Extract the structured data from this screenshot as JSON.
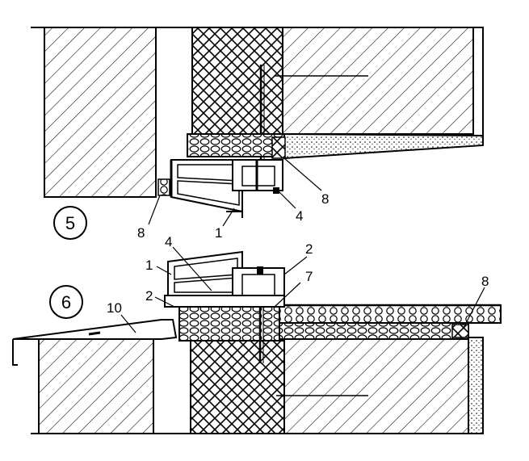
{
  "detail_markers": {
    "upper": "5",
    "lower": "6"
  },
  "callouts_upper": {
    "left_8": "8",
    "bottom_1": "1",
    "bottom_4": "4",
    "right_8": "8"
  },
  "callouts_lower": {
    "left_4": "4",
    "left_1": "1",
    "left_2": "2",
    "left_10": "10",
    "top_2": "2",
    "right_7": "7",
    "far_8": "8"
  }
}
